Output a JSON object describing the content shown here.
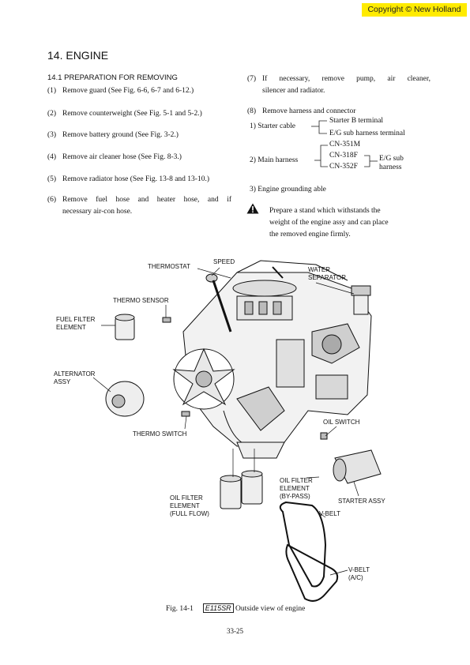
{
  "copyright": "Copyright © New Holland",
  "section_title": "14.   ENGINE",
  "subsection": "14.1    PREPARATION FOR REMOVING",
  "left_steps": [
    {
      "num": "(1)",
      "text": "Remove guard (See Fig. 6-6, 6-7 and 6-12.)"
    },
    {
      "num": "(2)",
      "text": "Remove counterweight (See Fig. 5-1 and 5-2.)"
    },
    {
      "num": "(3)",
      "text": "Remove battery ground (See Fig. 3-2.)"
    },
    {
      "num": "(4)",
      "text": "Remove air cleaner hose (See Fig. 8-3.)"
    },
    {
      "num": "(5)",
      "text": "Remove radiator hose (See Fig. 13-8 and 13-10.)"
    },
    {
      "num": "(6)",
      "line1": "Remove fuel hose and heater hose, and if",
      "line2": "necessary air-con hose."
    }
  ],
  "step7": {
    "num": "(7)",
    "line1": "If necessary, remove pump, air cleaner,",
    "line2": "silencer and radiator."
  },
  "step8": {
    "num": "(8)",
    "text": "Remove harness and connector"
  },
  "harness": {
    "starter_label": "1)  Starter cable",
    "starter_items": [
      "Starter B terminal",
      "E/G sub harness terminal"
    ],
    "main_label": "2)  Main harness",
    "main_items": [
      "CN-351M",
      "CN-318F",
      "CN-352F"
    ],
    "eg_sub_line1": "E/G sub",
    "eg_sub_line2": "harness",
    "grounding": "3)  Engine grounding able"
  },
  "warning": {
    "line1": "Prepare a stand which withstands the",
    "line2": "weight of the engine assy and can place",
    "line3": "the removed engine firmly."
  },
  "labels": {
    "thermostat": "THERMOSTAT",
    "speed": "SPEED",
    "water_separator_1": "WATER",
    "water_separator_2": "SEPARATOR",
    "thermo_sensor": "THERMO SENSOR",
    "fuel_filter_1": "FUEL FILTER",
    "fuel_filter_2": "ELEMENT",
    "alternator_1": "ALTERNATOR",
    "alternator_2": "ASSY",
    "thermo_switch": "THERMO SWITCH",
    "oil_switch": "OIL SWITCH",
    "oil_bypass_1": "OIL FILTER",
    "oil_bypass_2": "ELEMENT",
    "oil_bypass_3": "(BY-PASS)",
    "oil_full_1": "OIL FILTER",
    "oil_full_2": "ELEMENT",
    "oil_full_3": "(FULL FLOW)",
    "starter_assy": "STARTER ASSY",
    "vbelt": "V-BELT",
    "vbelt_ac_1": "V-BELT",
    "vbelt_ac_2": "(A/C)"
  },
  "caption": {
    "prefix": "Fig. 14-1",
    "model": "E115SR",
    "suffix": "Outside view of engine"
  },
  "page_number": "33-25"
}
